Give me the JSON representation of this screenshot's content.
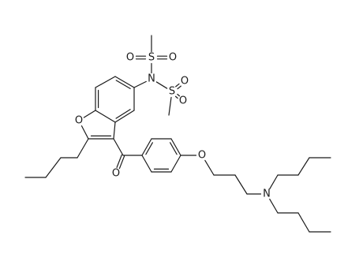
{
  "atoms": {
    "N1": "N",
    "S1": "S",
    "S2": "S",
    "O1a": "O",
    "O1b": "O",
    "O2a": "O",
    "O2b": "O",
    "O_ring": "O",
    "O_ketone": "O",
    "O_ether": "O",
    "N2": "N"
  },
  "colors": {
    "bond": "#1a1a1a",
    "text": "#1a1a1a",
    "background": "#ffffff"
  }
}
